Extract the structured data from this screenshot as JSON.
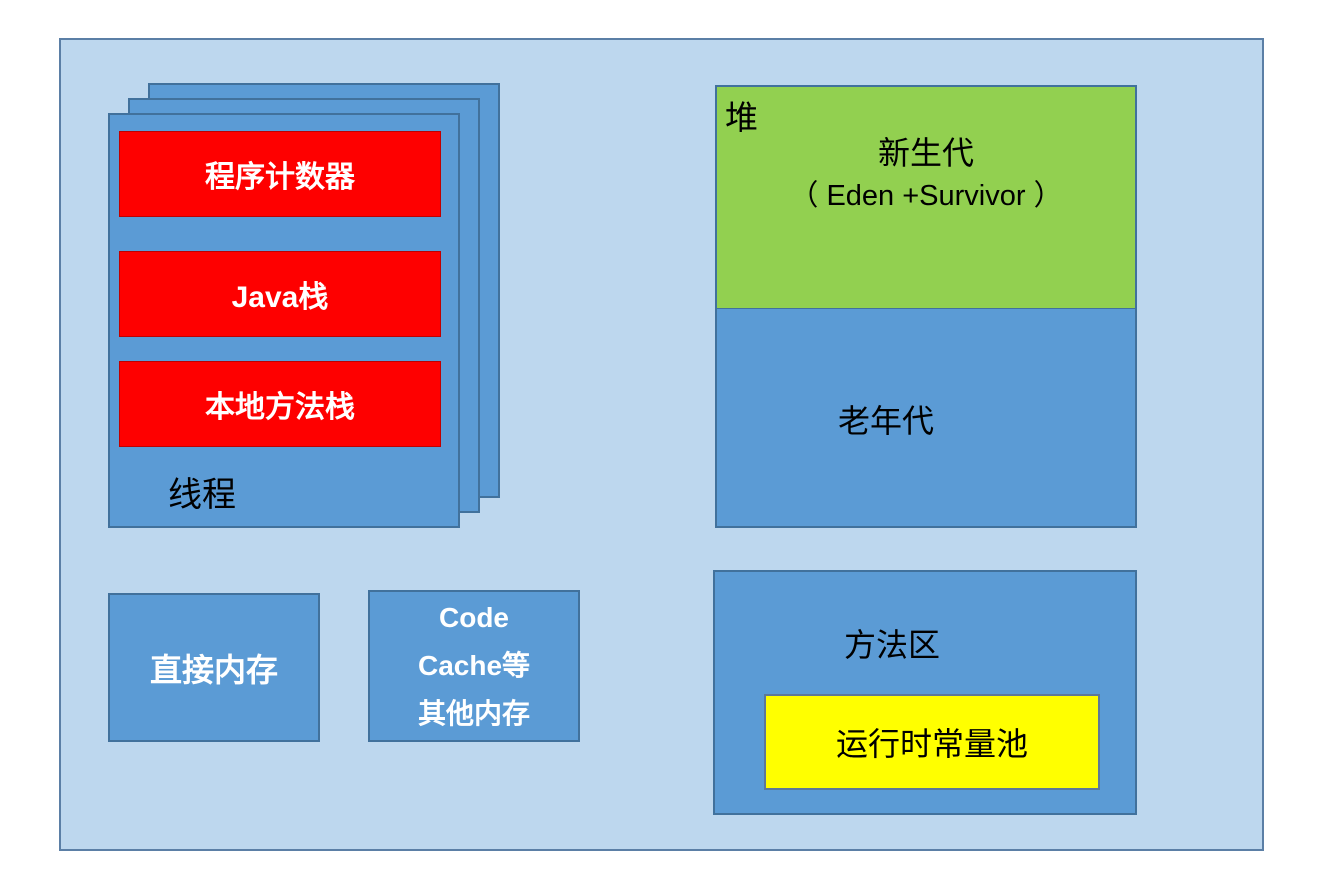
{
  "colors": {
    "background": "#BDD7EE",
    "box_blue": "#5B9BD5",
    "box_border": "#41719C",
    "young_green": "#92D050",
    "stack_red": "#FE0000",
    "pool_yellow": "#FFFF00"
  },
  "thread_stack": {
    "label": "线程",
    "items": [
      {
        "label": "程序计数器"
      },
      {
        "label": "Java栈"
      },
      {
        "label": "本地方法栈"
      }
    ]
  },
  "heap": {
    "tag": "堆",
    "young_gen_line1": "新生代",
    "young_gen_line2": "（ Eden +Survivor ）",
    "old_gen": "老年代"
  },
  "method_area": {
    "title": "方法区",
    "constant_pool": "运行时常量池"
  },
  "other_memory": {
    "direct_memory": "直接内存",
    "code_cache_lines": [
      "Code",
      "Cache等",
      "其他内存"
    ]
  }
}
